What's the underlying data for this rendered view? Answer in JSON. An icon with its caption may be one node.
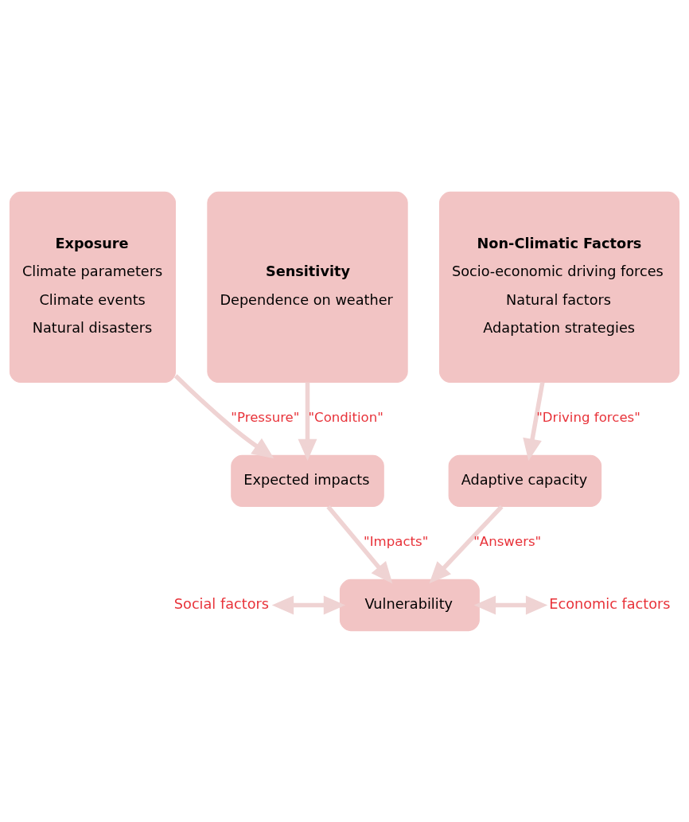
{
  "diagram": {
    "nodes": [
      {
        "text": [
          "Exposure",
          "Climate parameters",
          "Climate events",
          "Natural disasters"
        ]
      },
      {
        "text": [
          "Sensitivity",
          "Dependence on weather"
        ]
      },
      {
        "text": [
          "Non-Climatic Factors",
          "Socio-economic driving forces",
          "Natural factors",
          "Adaptation strategies"
        ]
      },
      {
        "text": [
          "Expected impacts"
        ]
      },
      {
        "text": [
          "Adaptive capacity"
        ]
      },
      {
        "text": [
          "Social factors"
        ]
      },
      {
        "text": [
          "Vulnerability"
        ]
      },
      {
        "text": [
          "Economic factors"
        ]
      }
    ],
    "edges": [
      {
        "from": 0,
        "to": 3,
        "arrow": "to",
        "label": "\"Pressure\""
      },
      {
        "from": 1,
        "to": 3,
        "arrow": "to",
        "label": "\"Condition\""
      },
      {
        "from": 2,
        "to": 4,
        "arrow": "to",
        "label": "\"Driving forces\""
      },
      {
        "from": 3,
        "to": 6,
        "arrow": "to",
        "label": "\"Impacts\""
      },
      {
        "from": 4,
        "to": 6,
        "arrow": "to",
        "label": "\"Answers\""
      },
      {
        "from": 5,
        "to": 6,
        "arrow": "both"
      },
      {
        "from": 6,
        "to": 7,
        "arrow": "both"
      }
    ]
  }
}
